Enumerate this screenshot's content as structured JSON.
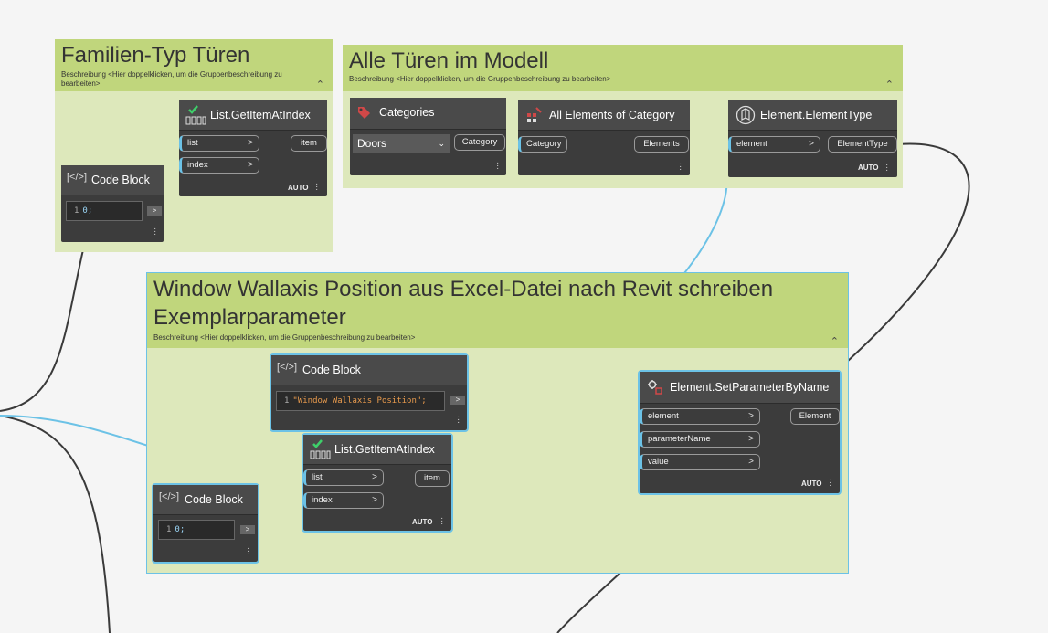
{
  "groups": {
    "familien": {
      "title": "Familien-Typ Türen",
      "desc": "Beschreibung <Hier doppelklicken, um die Gruppenbeschreibung zu bearbeiten>"
    },
    "alle": {
      "title": "Alle Türen im Modell",
      "desc": "Beschreibung <Hier doppelklicken, um die Gruppenbeschreibung zu bearbeiten>"
    },
    "window": {
      "title_line1": "Window Wallaxis Position aus Excel-Datei nach Revit schreiben",
      "title_line2": "Exemplarparameter",
      "desc": "Beschreibung <Hier doppelklicken, um die Gruppenbeschreibung zu bearbeiten>"
    }
  },
  "nodes": {
    "getitem1": {
      "title": "List.GetItemAtIndex",
      "in1": "list",
      "in2": "index",
      "out": "item",
      "mode": "AUTO"
    },
    "codeblock1": {
      "title": "Code Block",
      "line": "1",
      "code": "0;"
    },
    "categories": {
      "title": "Categories",
      "selected": "Doors",
      "out": "Category"
    },
    "allelements": {
      "title": "All Elements of Category",
      "in": "Category",
      "out": "Elements"
    },
    "elementtype": {
      "title": "Element.ElementType",
      "in": "element",
      "out": "ElementType",
      "mode": "AUTO"
    },
    "codeblock2": {
      "title": "Code Block",
      "line": "1",
      "code": "\"Window Wallaxis Position\";"
    },
    "getitem2": {
      "title": "List.GetItemAtIndex",
      "in1": "list",
      "in2": "index",
      "out": "item",
      "mode": "AUTO"
    },
    "codeblock3": {
      "title": "Code Block",
      "line": "1",
      "code": "0;"
    },
    "setparam": {
      "title": "Element.SetParameterByName",
      "in1": "element",
      "in2": "parameterName",
      "in3": "value",
      "out": "Element",
      "mode": "AUTO"
    }
  },
  "icons": {
    "code": "code-block-icon",
    "list": "list-get-item-icon",
    "categories": "categories-icon",
    "all_elements": "all-elements-icon",
    "element_type": "element-type-icon",
    "set_param": "set-parameter-icon"
  },
  "colors": {
    "canvas": "#f5f5f5",
    "group_body": "#dde8bb",
    "group_header": "#c0d67c",
    "node_body": "#3c3c3c",
    "node_header": "#4a4a4a",
    "selection": "#6cc2e6",
    "wire_selected": "#6cc2e6",
    "wire": "#3a3a3a"
  }
}
